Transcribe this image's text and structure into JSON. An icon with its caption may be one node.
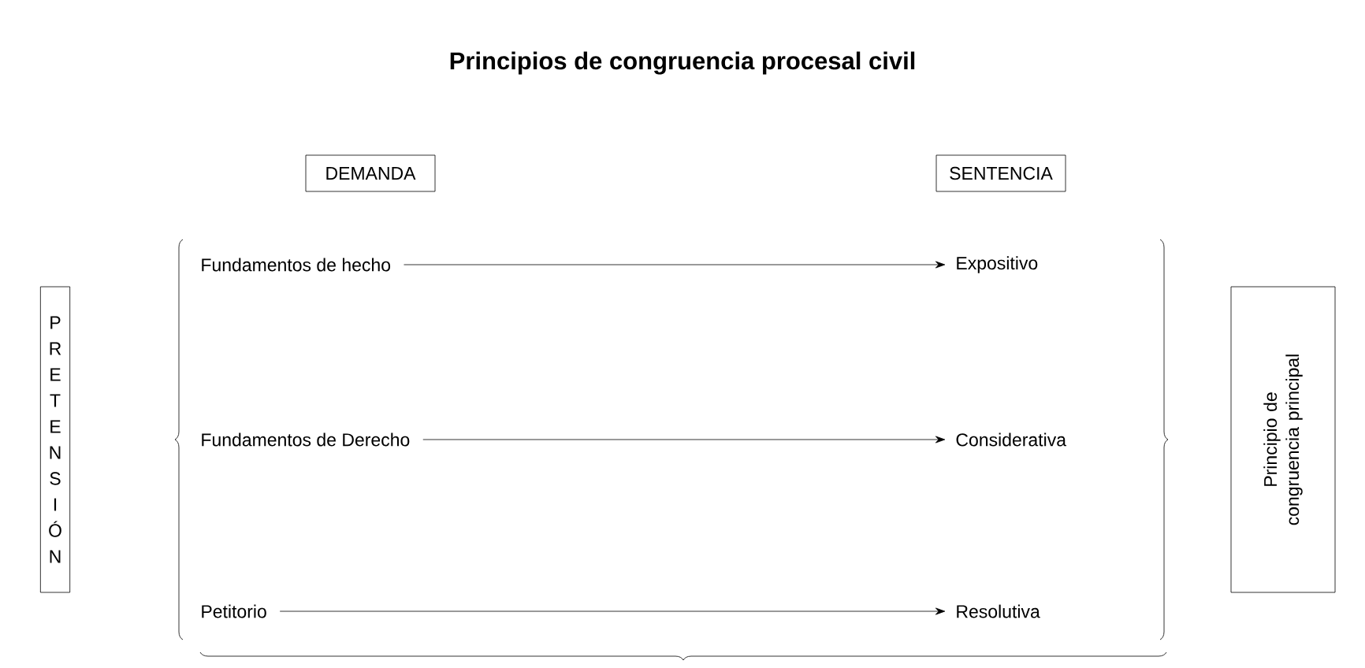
{
  "diagram": {
    "title": "Principios de congruencia procesal civil",
    "nodes": [
      {
        "text": [
          "DEMANDA"
        ]
      },
      {
        "text": [
          "SENTENCIA"
        ]
      },
      {
        "text": [
          "PRETENSIÓN"
        ]
      },
      {
        "text": [
          "Fundamentos de hecho"
        ]
      },
      {
        "text": [
          "Expositivo"
        ]
      },
      {
        "text": [
          "Fundamentos de Derecho"
        ]
      },
      {
        "text": [
          "Considerativa"
        ]
      },
      {
        "text": [
          "Petitorio"
        ]
      },
      {
        "text": [
          "Resolutiva"
        ]
      },
      {
        "text": [
          "Principio de congruencia principal"
        ]
      }
    ],
    "edges": [
      {
        "from": 3,
        "to": 4,
        "arrow": "to"
      },
      {
        "from": 5,
        "to": 6,
        "arrow": "to"
      },
      {
        "from": 7,
        "to": 8,
        "arrow": "to"
      }
    ]
  }
}
